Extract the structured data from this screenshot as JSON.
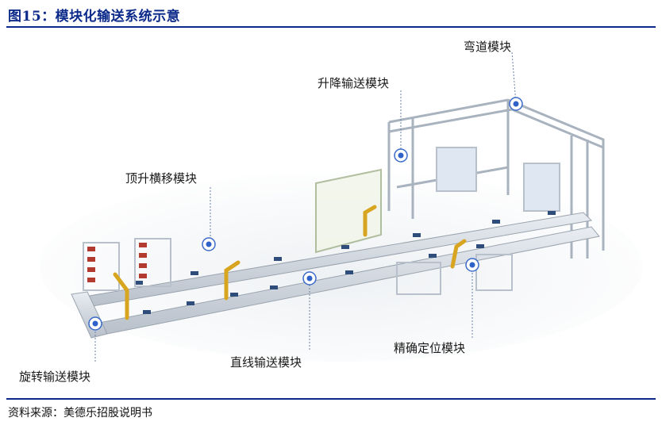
{
  "header": {
    "title": "图15：模块化输送系统示意"
  },
  "diagram": {
    "labels": {
      "curve": "弯道模块",
      "lift": "升降输送模块",
      "jacking": "顶升横移模块",
      "rotate": "旋转输送模块",
      "straight": "直线输送模块",
      "positioning": "精确定位模块"
    }
  },
  "footer": {
    "source": "资料来源：美德乐招股说明书"
  }
}
